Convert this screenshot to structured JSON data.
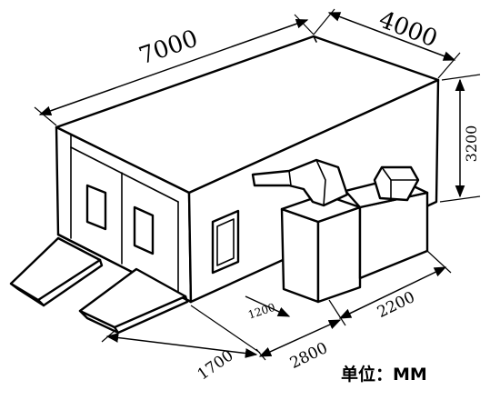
{
  "dimensions": {
    "length": "7000",
    "width": "4000",
    "height": "3200",
    "side_a": "2200",
    "side_b": "2800",
    "front": "1700",
    "duct": "1200"
  },
  "unit_label": "单位：MM"
}
